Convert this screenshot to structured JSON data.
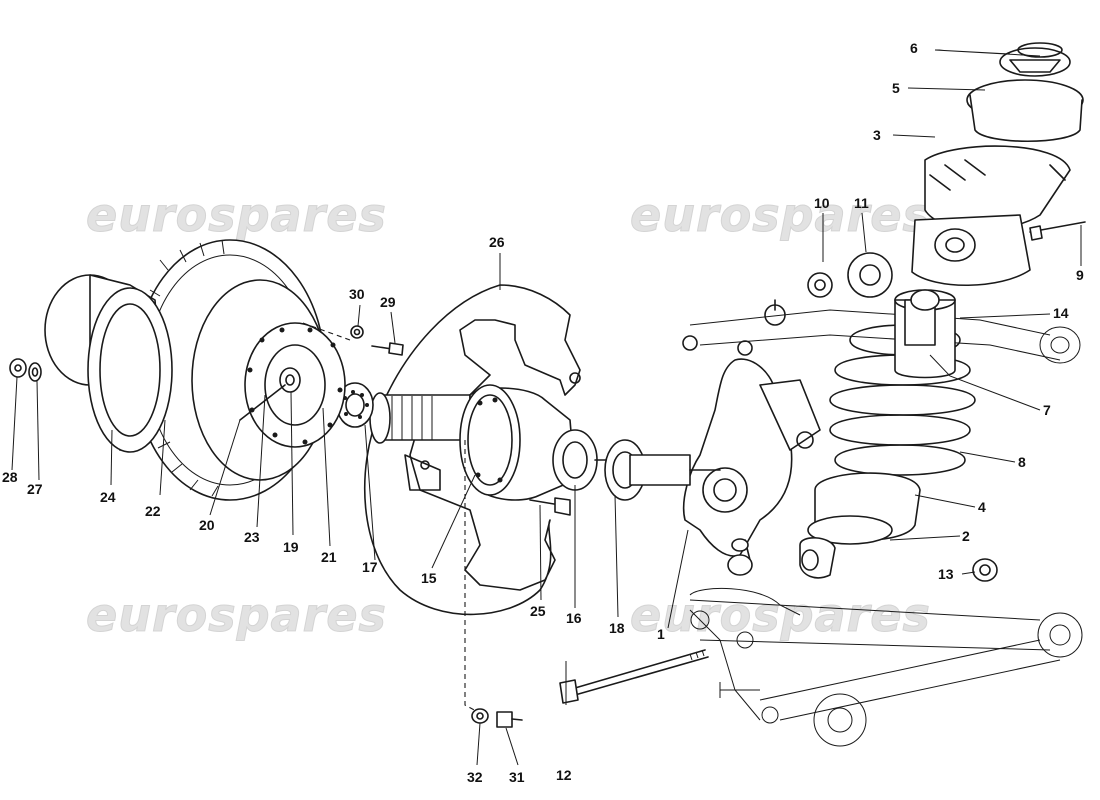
{
  "watermark": {
    "text": "eurospares"
  },
  "callouts": [
    {
      "id": "1",
      "text": "1"
    },
    {
      "id": "2",
      "text": "2"
    },
    {
      "id": "3",
      "text": "3"
    },
    {
      "id": "4",
      "text": "4"
    },
    {
      "id": "5",
      "text": "5"
    },
    {
      "id": "6",
      "text": "6"
    },
    {
      "id": "7",
      "text": "7"
    },
    {
      "id": "8",
      "text": "8"
    },
    {
      "id": "9",
      "text": "9"
    },
    {
      "id": "10",
      "text": "10"
    },
    {
      "id": "11",
      "text": "11"
    },
    {
      "id": "12",
      "text": "12"
    },
    {
      "id": "13",
      "text": "13"
    },
    {
      "id": "14",
      "text": "14"
    },
    {
      "id": "15",
      "text": "15"
    },
    {
      "id": "16",
      "text": "16"
    },
    {
      "id": "17",
      "text": "17"
    },
    {
      "id": "18",
      "text": "18"
    },
    {
      "id": "19",
      "text": "19"
    },
    {
      "id": "20",
      "text": "20"
    },
    {
      "id": "21",
      "text": "21"
    },
    {
      "id": "22",
      "text": "22"
    },
    {
      "id": "23",
      "text": "23"
    },
    {
      "id": "24",
      "text": "24"
    },
    {
      "id": "25",
      "text": "25"
    },
    {
      "id": "26",
      "text": "26"
    },
    {
      "id": "27",
      "text": "27"
    },
    {
      "id": "28",
      "text": "28"
    },
    {
      "id": "29",
      "text": "29"
    },
    {
      "id": "30",
      "text": "30"
    },
    {
      "id": "31",
      "text": "31"
    },
    {
      "id": "32",
      "text": "32"
    }
  ]
}
